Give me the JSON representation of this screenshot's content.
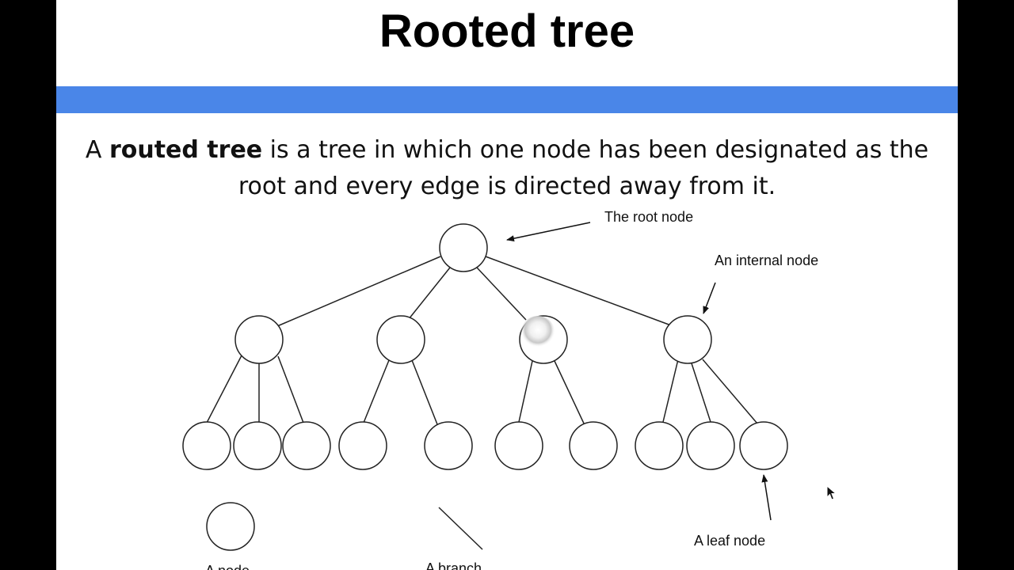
{
  "slide": {
    "title": "Rooted tree",
    "definition": {
      "line1_prefix": "A ",
      "line1_bold": "routed tree",
      "line1_suffix": " is a tree in which one node has been designated as the",
      "line2": "root and every edge is directed away from it."
    }
  },
  "diagram": {
    "labels": {
      "root": "The root node",
      "internal": "An internal node",
      "leaf": "A leaf node",
      "node_legend": "A node",
      "branch_legend": "A branch"
    }
  },
  "colors": {
    "accent_bar": "#4a86e8",
    "side_bars": "#000000",
    "background": "#ffffff"
  }
}
